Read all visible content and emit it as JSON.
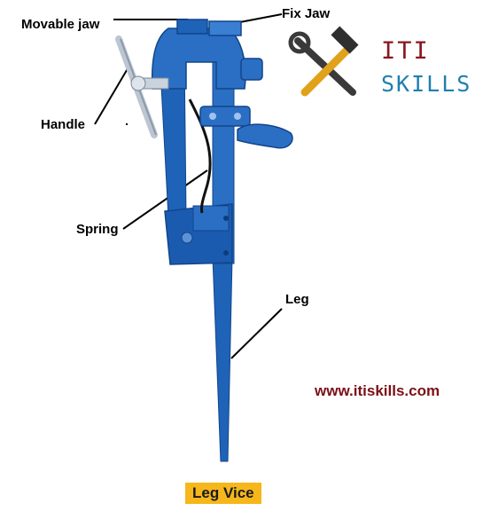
{
  "labels": {
    "movable_jaw": "Movable jaw",
    "fix_jaw": "Fix Jaw",
    "handle": "Handle",
    "spring": "Spring",
    "leg": "Leg"
  },
  "logo": {
    "line1": "ITI",
    "line2": "SKILLS",
    "icon": "hammer-wrench-icon"
  },
  "website": "www.itiskills.com",
  "caption": "Leg Vice",
  "colors": {
    "vice_blue": "#1f63b8",
    "vice_dark": "#12458a",
    "caption_bg": "#f6b71c",
    "website_text": "#7b1016",
    "logo_iti": "#8a1622",
    "logo_skills": "#1f7fb0"
  }
}
